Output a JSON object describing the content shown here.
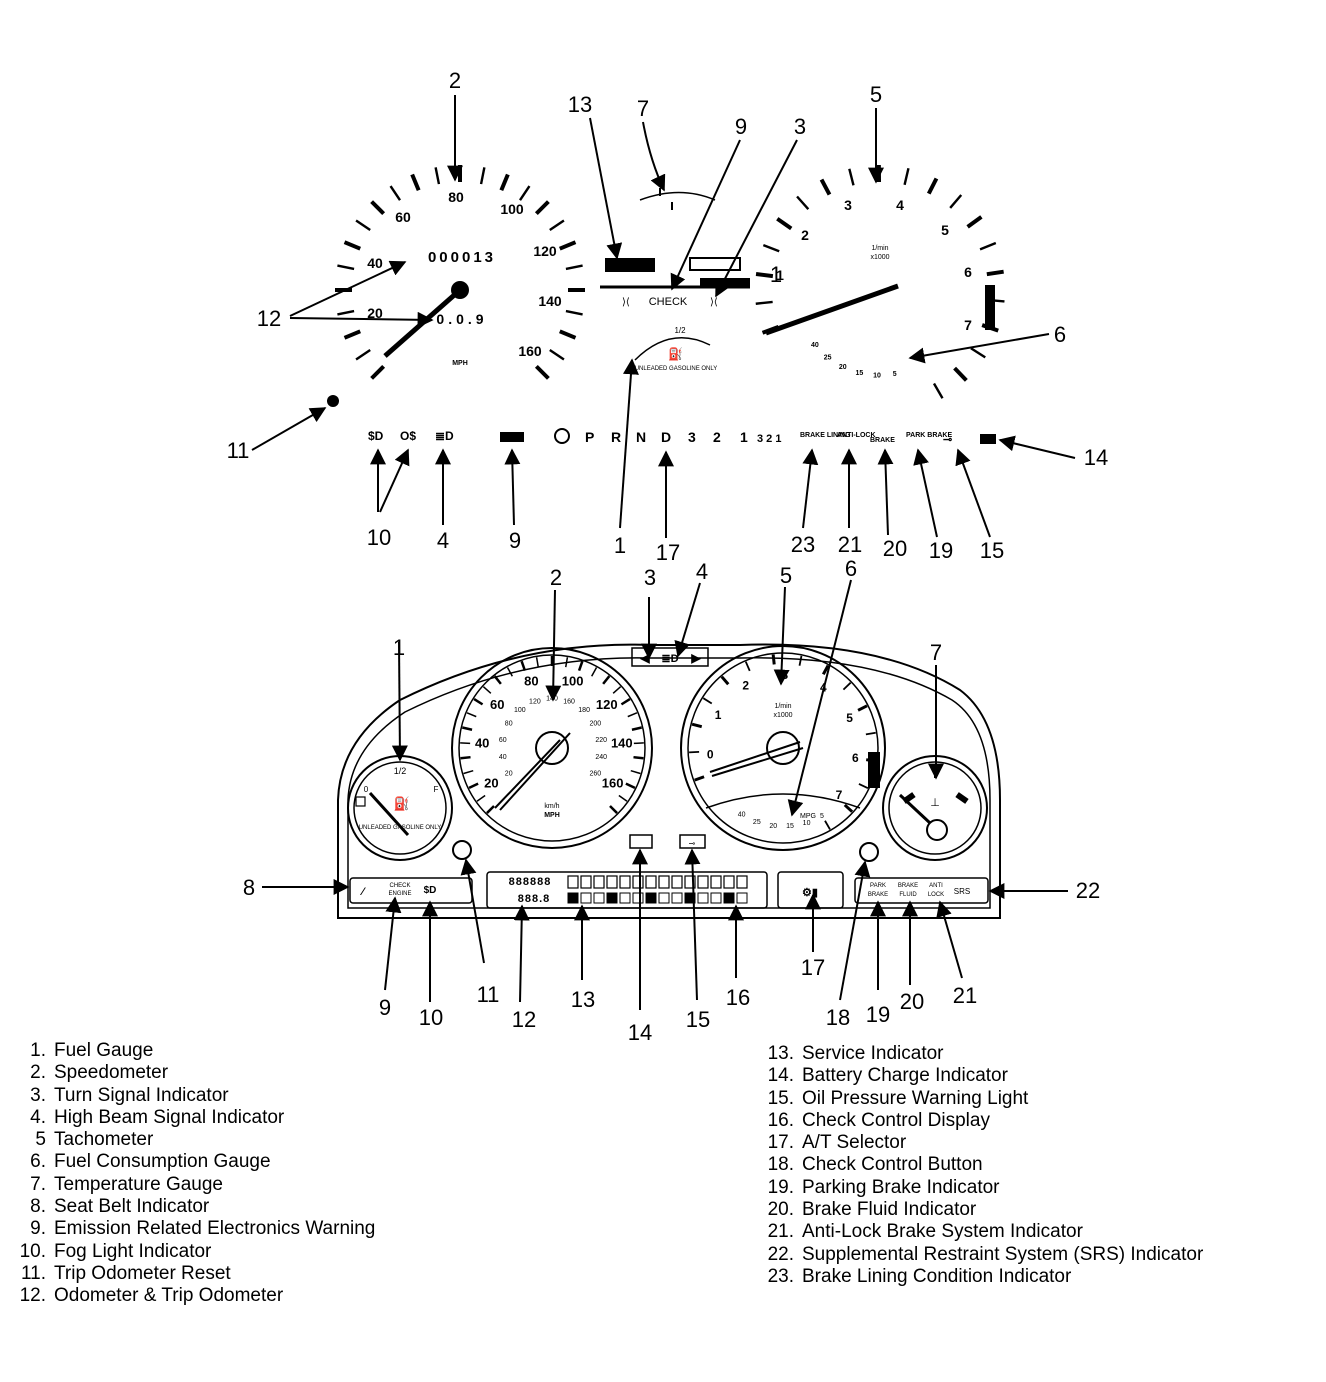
{
  "callouts_top": [
    "2",
    "13",
    "7",
    "9",
    "3",
    "5",
    "12",
    "1",
    "6",
    "11",
    "14",
    "10",
    "4",
    "9",
    "1",
    "17",
    "23",
    "21",
    "20",
    "19",
    "15"
  ],
  "callouts_bottom": [
    "2",
    "3",
    "4",
    "5",
    "6",
    "1",
    "7",
    "8",
    "22",
    "9",
    "10",
    "11",
    "12",
    "13",
    "14",
    "15",
    "16",
    "17",
    "18",
    "19",
    "20",
    "21"
  ],
  "speedo_top": {
    "major_scale": [
      "20",
      "40",
      "60",
      "80",
      "100",
      "120",
      "140",
      "160"
    ],
    "odometer": "000013",
    "trip": "0.0.9",
    "unit": "MPH",
    "check_label": "CHECK",
    "fuel_half": "1/2",
    "fuel_sub": "UNLEADED GASOLINE ONLY"
  },
  "tach_top": {
    "scale": [
      "1",
      "2",
      "3",
      "4",
      "5",
      "6",
      "7"
    ],
    "unit_1": "1/min",
    "unit_2": "x1000",
    "mpg_scale": [
      "40",
      "25",
      "20",
      "15",
      "10",
      "5"
    ]
  },
  "selector_row": {
    "gears": [
      "P",
      "R",
      "N",
      "D",
      "3",
      "2",
      "1"
    ],
    "extra": "3 2 1",
    "brake_lining": "BRAKE LINING",
    "anti_lock": "ANTI-LOCK",
    "brake": "BRAKE",
    "park_brake": "PARK BRAKE"
  },
  "cluster": {
    "speedo_scale": [
      "20",
      "40",
      "60",
      "80",
      "100",
      "120",
      "140",
      "160"
    ],
    "kmh_scale": [
      "20",
      "40",
      "60",
      "80",
      "100",
      "120",
      "140",
      "160",
      "180",
      "200",
      "220",
      "240",
      "260"
    ],
    "speed_unit_1": "km/h",
    "speed_unit_2": "MPH",
    "tach_scale": [
      "0",
      "1",
      "2",
      "3",
      "4",
      "5",
      "6",
      "7"
    ],
    "tach_unit_1": "1/min",
    "tach_unit_2": "x1000",
    "mpg_label": "MPG",
    "mpg_scale": [
      "40",
      "25",
      "20",
      "15",
      "10",
      "5"
    ],
    "fuel_half": "1/2",
    "fuel_e": "0",
    "fuel_f": "F",
    "fuel_text": "UNLEADED GASOLINE ONLY",
    "check_engine_1": "CHECK",
    "check_engine_2": "ENGINE",
    "odo_digits": "888888",
    "trip_digits": "888.8",
    "park_1": "PARK",
    "park_2": "BRAKE",
    "fluid_1": "BRAKE",
    "fluid_2": "FLUID",
    "anti_1": "ANTI",
    "anti_2": "LOCK",
    "srs": "SRS"
  },
  "legend_left": [
    {
      "num": "1.",
      "text": "Fuel Gauge"
    },
    {
      "num": "2.",
      "text": "Speedometer"
    },
    {
      "num": "3.",
      "text": "Turn Signal Indicator"
    },
    {
      "num": "4.",
      "text": "High Beam Signal Indicator"
    },
    {
      "num": "5",
      "text": "Tachometer"
    },
    {
      "num": "6.",
      "text": "Fuel Consumption Gauge"
    },
    {
      "num": "7.",
      "text": "Temperature Gauge"
    },
    {
      "num": "8.",
      "text": "Seat Belt Indicator"
    },
    {
      "num": "9.",
      "text": "Emission Related Electronics Warning"
    },
    {
      "num": "10.",
      "text": "Fog Light Indicator"
    },
    {
      "num": "11.",
      "text": "Trip Odometer Reset"
    },
    {
      "num": "12.",
      "text": "Odometer & Trip Odometer"
    }
  ],
  "legend_right": [
    {
      "num": "13.",
      "text": "Service Indicator"
    },
    {
      "num": "14.",
      "text": "Battery Charge Indicator"
    },
    {
      "num": "15.",
      "text": "Oil Pressure Warning Light"
    },
    {
      "num": "16.",
      "text": "Check Control Display"
    },
    {
      "num": "17.",
      "text": "A/T Selector"
    },
    {
      "num": "18.",
      "text": "Check Control Button"
    },
    {
      "num": "19.",
      "text": "Parking Brake Indicator"
    },
    {
      "num": "20.",
      "text": "Brake Fluid Indicator"
    },
    {
      "num": "21.",
      "text": "Anti-Lock Brake System Indicator"
    },
    {
      "num": "22.",
      "text": "Supplemental Restraint System (SRS) Indicator"
    },
    {
      "num": "23.",
      "text": "Brake Lining Condition Indicator"
    }
  ],
  "colors": {
    "ink": "#000000",
    "paper": "#ffffff"
  }
}
